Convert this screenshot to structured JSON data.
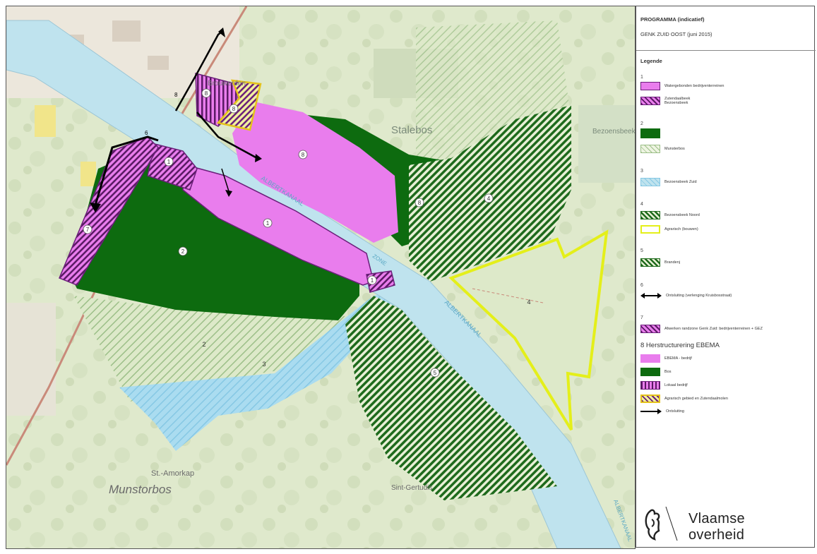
{
  "map": {
    "place_labels": {
      "brouwerden": "Brouwerden",
      "stalebos": "Stalebos",
      "munstorbos": "Munstorbos",
      "st_amorkap": "St.-Amorkap",
      "bezoensbeek": "Bezoensbeek",
      "sint_gertudis": "Sint-Gertudis",
      "albertkanaal_1": "ALBERTKANAAL",
      "albertkanaal_2": "ALBERTKANAAL",
      "albertkanaal_3": "ALBERTKANAAL",
      "zone_label": "ZONE"
    },
    "zone_numbers": {
      "z8a": "8",
      "z8b": "8",
      "z8c": "8",
      "z8d": "8",
      "z1a": "1",
      "z1b": "1",
      "z1c": "1",
      "z2a": "2",
      "z2b": "2",
      "z3": "3",
      "z4a": "4",
      "z4b": "4",
      "z5": "5",
      "z7": "7"
    },
    "arrow_labels": {
      "a6": "6",
      "a8": "8"
    }
  },
  "legend": {
    "title": "PROGRAMMA (indicatief)",
    "subtitle": "GENK ZUID OOST (juni 2015)",
    "heading": "Legende",
    "nums": {
      "n1": "1",
      "n2": "2",
      "n3": "3",
      "n4": "4",
      "n5": "5",
      "n6": "6",
      "n7": "7"
    },
    "items": {
      "i1a": "Watergebonden bedrijventerreinen",
      "i1b": "Zutendaalbeek",
      "i1b2": "Bezoensbeek",
      "i2a": "Munsterbos",
      "i3a": "Bezoensbeek Zuid",
      "i4a": "Bezoensbeek Noord",
      "i4b": "Agrarisch (bouwen)",
      "i5a": "Brandenj",
      "i6a": "Ontsluiting (verlenging Kruisbosstraat)",
      "i7a": "Afwerken randzone Genk Zuid: bedrijventerreinen + GEZ",
      "s8_heading": "8  Herstructurering EBEMA",
      "i8a": "EBEMA - bedrijf",
      "i8b": "Bos",
      "i8c": "Lokaal bedrijf",
      "i8d": "Agrarisch gebied en Zutendaalmolen",
      "i8e": "Ontsluiting"
    },
    "logo_line1": "Vlaamse",
    "logo_line2": "overheid"
  },
  "colors": {
    "magenta": "#e97ded",
    "dark_green": "#0d6b0f",
    "canal": "#bfe3ee",
    "water_zone": "#9fd6ee",
    "yellow_outline": "#e4ef1a",
    "purple_outline": "#6b1f7a"
  }
}
